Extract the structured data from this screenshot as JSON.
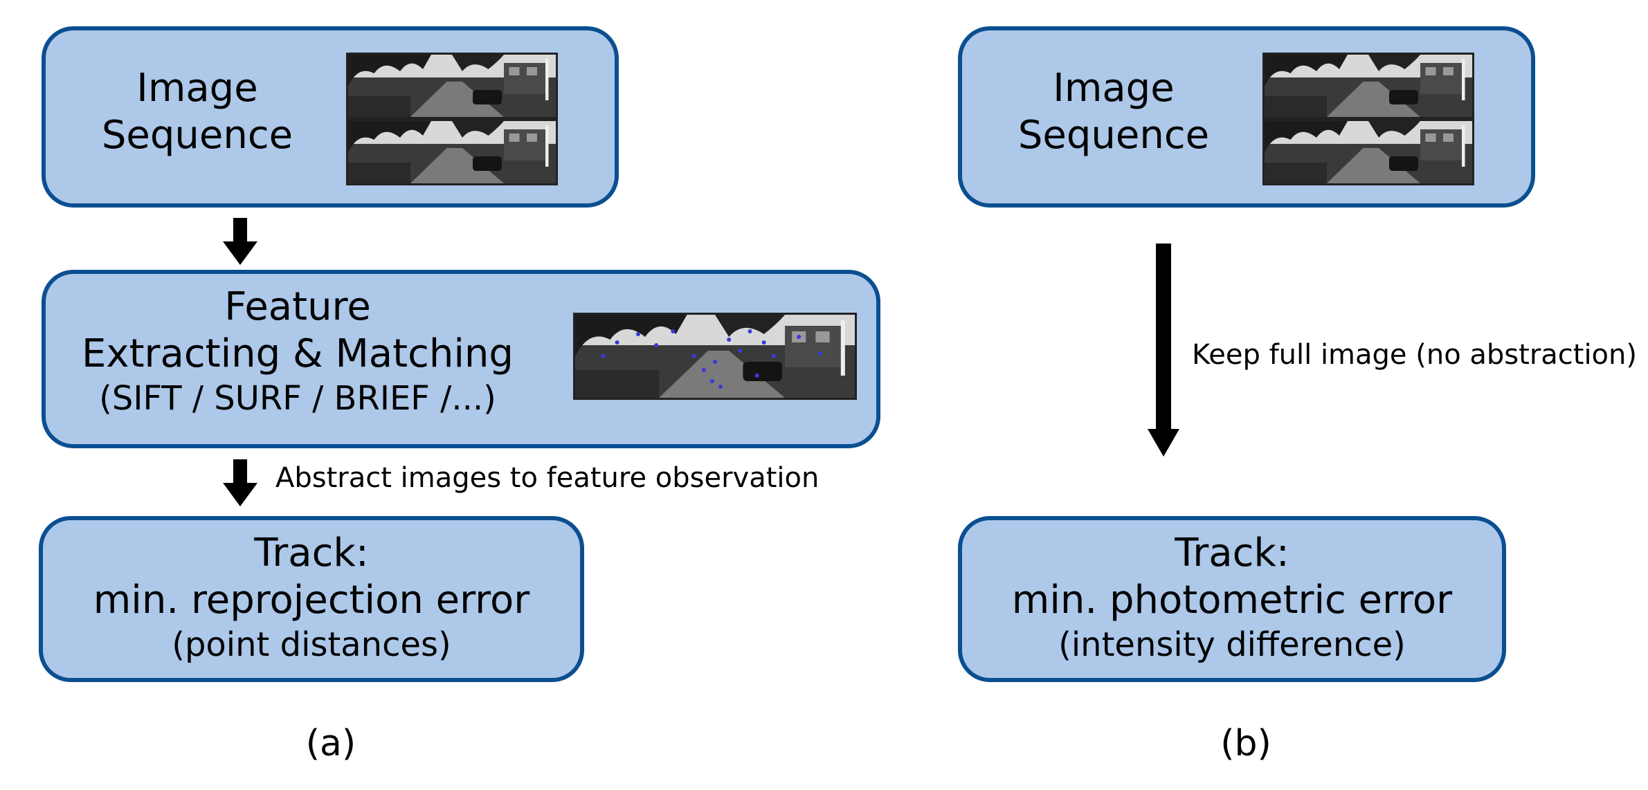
{
  "panel_a": {
    "image_sequence": {
      "line1": "Image",
      "line2": "Sequence"
    },
    "feature": {
      "line1": "Feature",
      "line2": "Extracting & Matching",
      "line3": "(SIFT / SURF / BRIEF /...)"
    },
    "arrow_label": "Abstract images to feature observation",
    "track": {
      "line1": "Track:",
      "line2": "min. reprojection error",
      "line3": "(point distances)"
    },
    "caption": "(a)"
  },
  "panel_b": {
    "image_sequence": {
      "line1": "Image",
      "line2": "Sequence"
    },
    "arrow_label": "Keep full image (no abstraction)",
    "track": {
      "line1": "Track:",
      "line2": "min. photometric error",
      "line3": "(intensity difference)"
    },
    "caption": "(b)"
  },
  "colors": {
    "box_fill": "#adc8e9",
    "box_border": "#0b4f91",
    "arrow": "#000000",
    "feature_points": "#3a3ad8"
  }
}
